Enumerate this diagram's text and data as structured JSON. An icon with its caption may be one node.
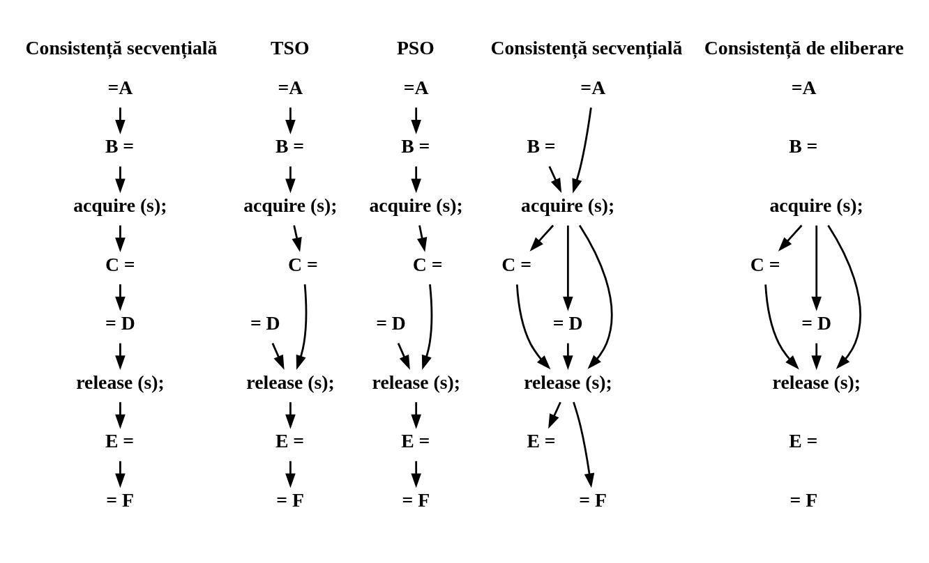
{
  "diagram": {
    "nodes": [
      {
        "text": [
          "=A"
        ]
      },
      {
        "text": [
          "B ="
        ]
      },
      {
        "text": [
          "acquire (s);"
        ]
      },
      {
        "text": [
          "C ="
        ]
      },
      {
        "text": [
          "= D"
        ]
      },
      {
        "text": [
          "release (s);"
        ]
      },
      {
        "text": [
          "E ="
        ]
      },
      {
        "text": [
          "= F"
        ]
      },
      {
        "text": [
          "=A"
        ]
      },
      {
        "text": [
          "B ="
        ]
      },
      {
        "text": [
          "acquire (s);"
        ]
      },
      {
        "text": [
          "C ="
        ]
      },
      {
        "text": [
          "= D"
        ]
      },
      {
        "text": [
          "release (s);"
        ]
      },
      {
        "text": [
          "E ="
        ]
      },
      {
        "text": [
          "= F"
        ]
      },
      {
        "text": [
          "=A"
        ]
      },
      {
        "text": [
          "B ="
        ]
      },
      {
        "text": [
          "acquire (s);"
        ]
      },
      {
        "text": [
          "C ="
        ]
      },
      {
        "text": [
          "= D"
        ]
      },
      {
        "text": [
          "release (s);"
        ]
      },
      {
        "text": [
          "E ="
        ]
      },
      {
        "text": [
          "= F"
        ]
      },
      {
        "text": [
          "=A"
        ]
      },
      {
        "text": [
          "B ="
        ]
      },
      {
        "text": [
          "acquire (s);"
        ]
      },
      {
        "text": [
          "C ="
        ]
      },
      {
        "text": [
          "= D"
        ]
      },
      {
        "text": [
          "release (s);"
        ]
      },
      {
        "text": [
          "E ="
        ]
      },
      {
        "text": [
          "= F"
        ]
      },
      {
        "text": [
          "=A"
        ]
      },
      {
        "text": [
          "B ="
        ]
      },
      {
        "text": [
          "acquire (s);"
        ]
      },
      {
        "text": [
          "C ="
        ]
      },
      {
        "text": [
          "= D"
        ]
      },
      {
        "text": [
          "release (s);"
        ]
      },
      {
        "text": [
          "E ="
        ]
      },
      {
        "text": [
          "= F"
        ]
      }
    ],
    "edges": [
      {
        "from": 0,
        "to": 1,
        "arrow": "to"
      },
      {
        "from": 1,
        "to": 2,
        "arrow": "to"
      },
      {
        "from": 2,
        "to": 3,
        "arrow": "to"
      },
      {
        "from": 3,
        "to": 4,
        "arrow": "to"
      },
      {
        "from": 4,
        "to": 5,
        "arrow": "to"
      },
      {
        "from": 5,
        "to": 6,
        "arrow": "to"
      },
      {
        "from": 6,
        "to": 7,
        "arrow": "to"
      },
      {
        "from": 8,
        "to": 9,
        "arrow": "to"
      },
      {
        "from": 9,
        "to": 10,
        "arrow": "to"
      },
      {
        "from": 10,
        "to": 11,
        "arrow": "to"
      },
      {
        "from": 11,
        "to": 13,
        "arrow": "to"
      },
      {
        "from": 12,
        "to": 13,
        "arrow": "to"
      },
      {
        "from": 13,
        "to": 14,
        "arrow": "to"
      },
      {
        "from": 14,
        "to": 15,
        "arrow": "to"
      },
      {
        "from": 16,
        "to": 17,
        "arrow": "to"
      },
      {
        "from": 17,
        "to": 18,
        "arrow": "to"
      },
      {
        "from": 18,
        "to": 19,
        "arrow": "to"
      },
      {
        "from": 19,
        "to": 21,
        "arrow": "to"
      },
      {
        "from": 20,
        "to": 21,
        "arrow": "to"
      },
      {
        "from": 21,
        "to": 22,
        "arrow": "to"
      },
      {
        "from": 22,
        "to": 23,
        "arrow": "to"
      },
      {
        "from": 24,
        "to": 26,
        "arrow": "to"
      },
      {
        "from": 25,
        "to": 26,
        "arrow": "to"
      },
      {
        "from": 26,
        "to": 27,
        "arrow": "to"
      },
      {
        "from": 26,
        "to": 28,
        "arrow": "to"
      },
      {
        "from": 26,
        "to": 29,
        "arrow": "to"
      },
      {
        "from": 27,
        "to": 29,
        "arrow": "to"
      },
      {
        "from": 28,
        "to": 29,
        "arrow": "to"
      },
      {
        "from": 29,
        "to": 30,
        "arrow": "to"
      },
      {
        "from": 29,
        "to": 31,
        "arrow": "to"
      },
      {
        "from": 34,
        "to": 35,
        "arrow": "to"
      },
      {
        "from": 34,
        "to": 36,
        "arrow": "to"
      },
      {
        "from": 34,
        "to": 37,
        "arrow": "to"
      },
      {
        "from": 35,
        "to": 37,
        "arrow": "to"
      },
      {
        "from": 36,
        "to": 37,
        "arrow": "to"
      }
    ],
    "labels": [
      "Consistență secvențială",
      "TSO",
      "PSO",
      "Consistență secvențială",
      "Consistență de eliberare"
    ]
  }
}
